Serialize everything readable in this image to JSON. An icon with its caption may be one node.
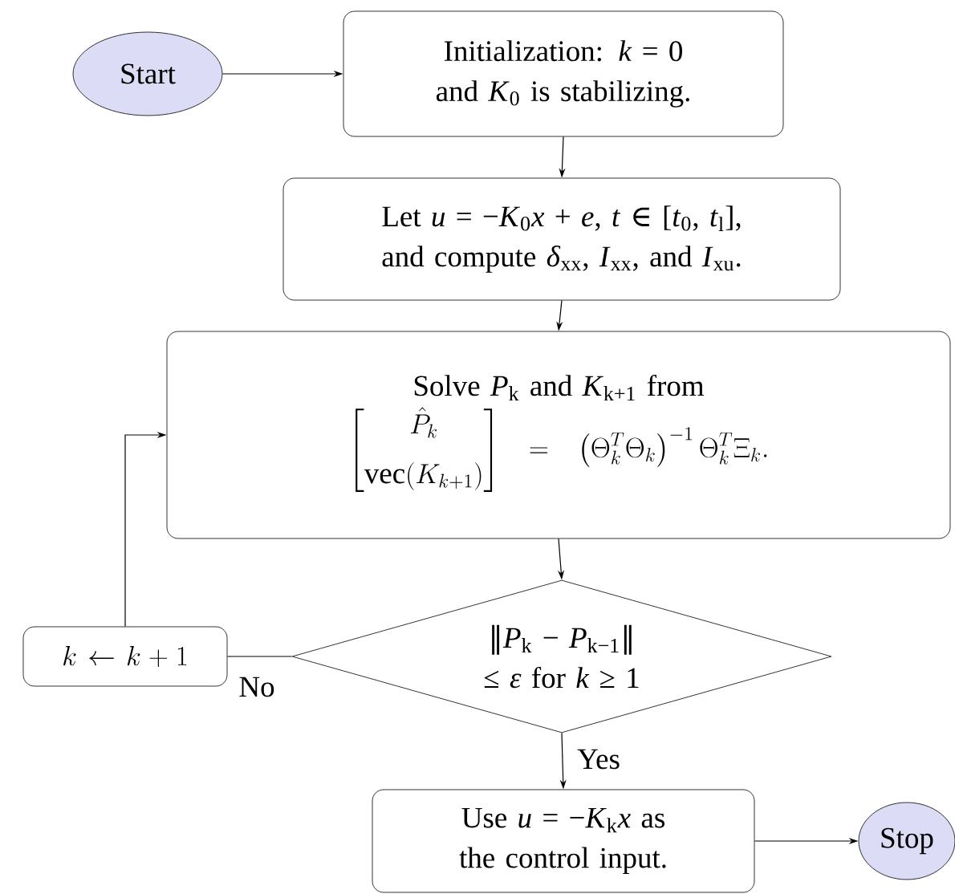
{
  "diagram": {
    "nodes": [
      {
        "text": [
          "Start"
        ]
      },
      {
        "text": [
          "Initialization: *k* = 0 and *K*$_{0}$ is stabilizing."
        ]
      },
      {
        "text": [
          "Let *u* = −*K*$_{0}$*x* + *e*, *t* ∈ [*t*$_{0}$, *t*$_{l}$], and compute *δ*$_{xx}$, *I*$_{xx}$, and *I*$_{xu}$."
        ]
      },
      {
        "text": [
          "Solve *P*$_{k}$ and *K*$_{k+1}$ from",
          "\\begin{bmatrix} \\hat{P}_k \\\\[6pt] \\mathrm{vec}(K_{k+1}) \\end{bmatrix} = \\left(\\Theta_k^T \\Theta_k\\right)^{-1} \\Theta_k^T \\Xi_k."
        ]
      },
      {
        "text": [
          "‖*P*$_{k}$ − *P*$_{k−1}$‖ ≤ *ε* for *k* ≥ 1"
        ]
      },
      {
        "text": [
          "k \\leftarrow k+1"
        ]
      },
      {
        "text": [
          "Use *u* = −*K*$_{k}$*x* as the control input."
        ]
      },
      {
        "text": [
          "Stop"
        ]
      }
    ],
    "edges": [
      {
        "from": 0,
        "to": 1,
        "arrow": "to"
      },
      {
        "from": 1,
        "to": 2,
        "arrow": "to"
      },
      {
        "from": 2,
        "to": 3,
        "arrow": "to"
      },
      {
        "from": 3,
        "to": 4,
        "arrow": "to"
      },
      {
        "from": 4,
        "to": 5,
        "arrow": "none",
        "label": "No"
      },
      {
        "from": 5,
        "to": 3,
        "arrow": "to"
      },
      {
        "from": 4,
        "to": 6,
        "arrow": "to",
        "label": "Yes"
      },
      {
        "from": 6,
        "to": 7,
        "arrow": "to"
      }
    ]
  }
}
